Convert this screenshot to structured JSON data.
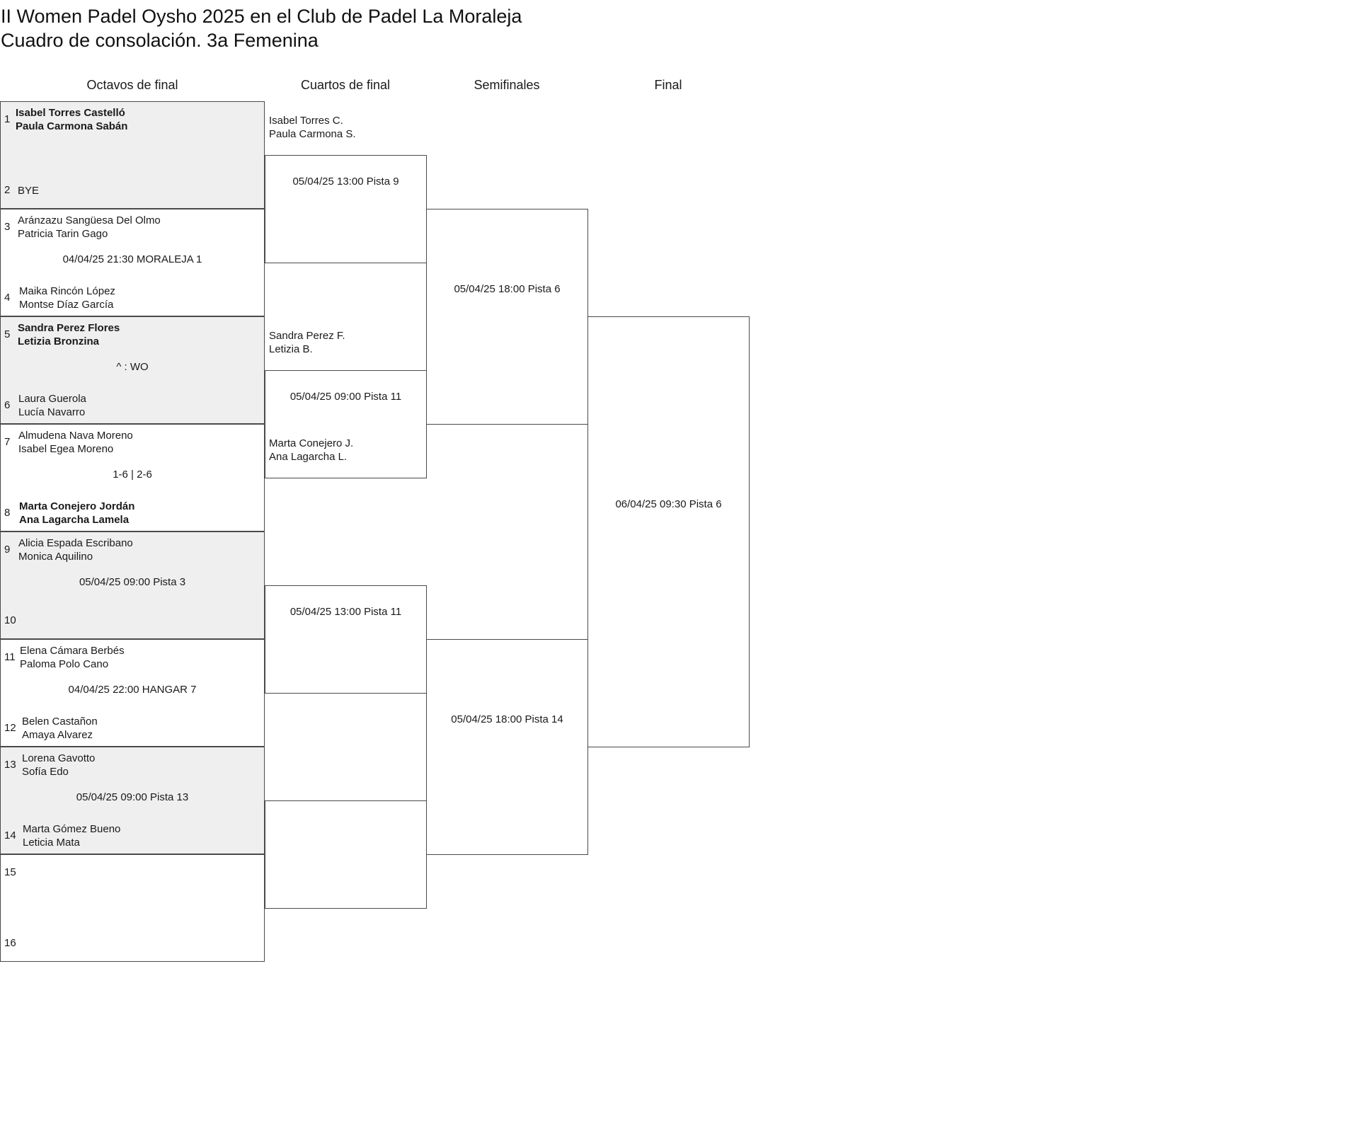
{
  "title_line1": "II Women Padel Oysho 2025 en el Club de Padel La Moraleja",
  "title_line2": "Cuadro de consolación. 3a Femenina",
  "rounds": [
    "Octavos de final",
    "Cuartos de final",
    "Semifinales",
    "Final"
  ],
  "r16": [
    {
      "top_seed": "1",
      "top_p1": "Isabel Torres Castelló",
      "top_p2": "Paula Carmona Sabán",
      "info": "",
      "bot_seed": "2",
      "bot_p1": "BYE",
      "bot_p2": ""
    },
    {
      "top_seed": "3",
      "top_p1": "Aránzazu Sangüesa Del Olmo",
      "top_p2": "Patricia Tarin Gago",
      "info": "04/04/25 21:30 MORALEJA 1",
      "bot_seed": "4",
      "bot_p1": "Maika Rincón López",
      "bot_p2": "Montse Díaz García"
    },
    {
      "top_seed": "5",
      "top_p1": "Sandra Perez Flores",
      "top_p2": "Letizia Bronzina",
      "info": "^ : WO",
      "bot_seed": "6",
      "bot_p1": "Laura Guerola",
      "bot_p2": "Lucía Navarro"
    },
    {
      "top_seed": "7",
      "top_p1": "Almudena Nava Moreno",
      "top_p2": "Isabel Egea Moreno",
      "info": "1-6 | 2-6",
      "bot_seed": "8",
      "bot_p1": "Marta Conejero Jordán",
      "bot_p2": "Ana Lagarcha Lamela"
    },
    {
      "top_seed": "9",
      "top_p1": "Alicia Espada Escribano",
      "top_p2": "Monica Aquilino",
      "info": "05/04/25 09:00 Pista 3",
      "bot_seed": "10",
      "bot_p1": "",
      "bot_p2": ""
    },
    {
      "top_seed": "11",
      "top_p1": "Elena Cámara Berbés",
      "top_p2": "Paloma Polo Cano",
      "info": "04/04/25 22:00 HANGAR 7",
      "bot_seed": "12",
      "bot_p1": "Belen Castañon",
      "bot_p2": "Amaya Alvarez"
    },
    {
      "top_seed": "13",
      "top_p1": "Lorena Gavotto",
      "top_p2": "Sofía Edo",
      "info": "05/04/25 09:00 Pista 13",
      "bot_seed": "14",
      "bot_p1": "Marta Gómez Bueno",
      "bot_p2": "Leticia Mata"
    },
    {
      "top_seed": "15",
      "top_p1": "",
      "top_p2": "",
      "info": "",
      "bot_seed": "16",
      "bot_p1": "",
      "bot_p2": ""
    }
  ],
  "qf_names": [
    {
      "p1": "Isabel Torres C.",
      "p2": "Paula Carmona S."
    },
    {
      "p1": "Sandra Perez F.",
      "p2": "Letizia B."
    },
    {
      "p1": "Marta Conejero J.",
      "p2": "Ana Lagarcha L."
    }
  ],
  "qf_info": [
    "05/04/25 13:00 Pista 9",
    "05/04/25 09:00 Pista 11",
    "05/04/25 13:00 Pista 11",
    ""
  ],
  "sf_info": [
    "05/04/25 18:00 Pista 6",
    "05/04/25 18:00 Pista 14"
  ],
  "final_info": "06/04/25 09:30 Pista 6"
}
